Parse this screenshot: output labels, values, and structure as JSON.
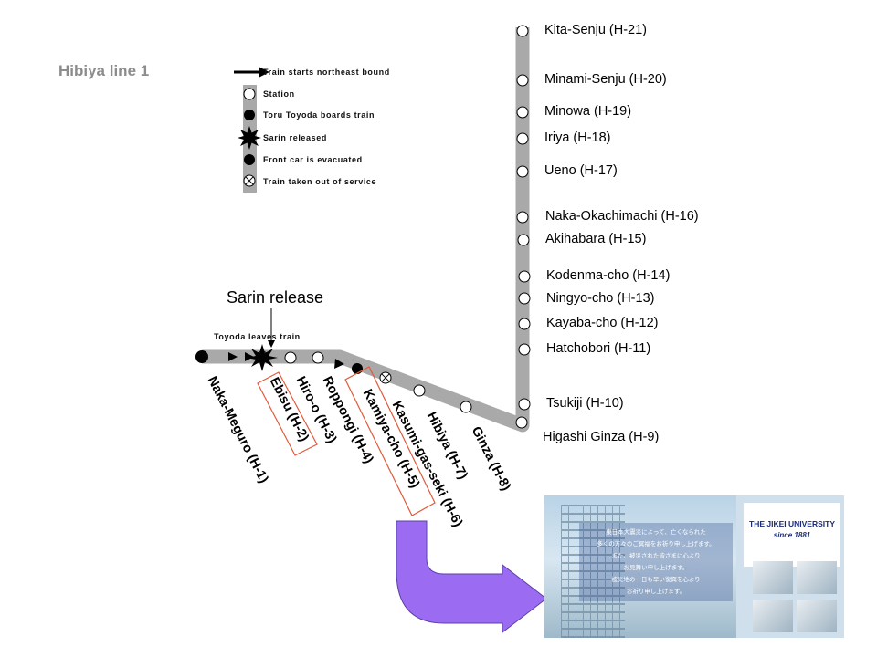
{
  "title": "Hibiya line 1",
  "legend": {
    "items": [
      {
        "icon": "arrow-icon",
        "label": "Train starts northeast bound"
      },
      {
        "icon": "station-open-circle-icon",
        "label": "Station"
      },
      {
        "icon": "filled-circle-icon",
        "label": "Toru Toyoda boards train"
      },
      {
        "icon": "starburst-icon",
        "label": "Sarin released"
      },
      {
        "icon": "filled-circle-icon",
        "label": "Front car is evacuated"
      },
      {
        "icon": "crossed-circle-icon",
        "label": "Train taken out of service"
      }
    ]
  },
  "annotations": {
    "sarin_release": "Sarin release",
    "toyoda_leaves": "Toyoda leaves train"
  },
  "vertical_stations": [
    "Kita-Senju (H-21)",
    "Minami-Senju (H-20)",
    "Minowa (H-19)",
    "Iriya (H-18)",
    "Ueno (H-17)",
    "Naka-Okachimachi (H-16)",
    "Akihabara (H-15)",
    "Kodenma-cho (H-14)",
    "Ningyo-cho (H-13)",
    "Kayaba-cho (H-12)",
    "Hatchobori (H-11)",
    "Tsukiji (H-10)",
    "Higashi Ginza (H-9)"
  ],
  "diagonal_stations": [
    "Naka-Meguro (H-1)",
    "Ebisu (H-2)",
    "Hiro-o (H-3)",
    "Roppongi (H-4)",
    "Kamiya-cho (H-5)",
    "Kasumi-gas-seki (H-6)",
    "Hibiya (H-7)",
    "Ginza (H-8)"
  ],
  "photo": {
    "university_name": "THE JIKEI UNIVERSITY",
    "university_since": "since 1881",
    "message_lines": [
      "東日本大震災によって、亡くなられた",
      "多くの方々のご冥福をお祈り申し上げます。",
      "また、被災された皆さまに心より",
      "お見舞い申し上げます。",
      "被災地の一日も早い復興を心より",
      "お祈り申し上げます。"
    ]
  },
  "colors": {
    "track": "#a9a9a9",
    "title": "#8c8c8c",
    "callout_border": "#e05a3a",
    "arrow_fill": "#9b6cf2"
  }
}
